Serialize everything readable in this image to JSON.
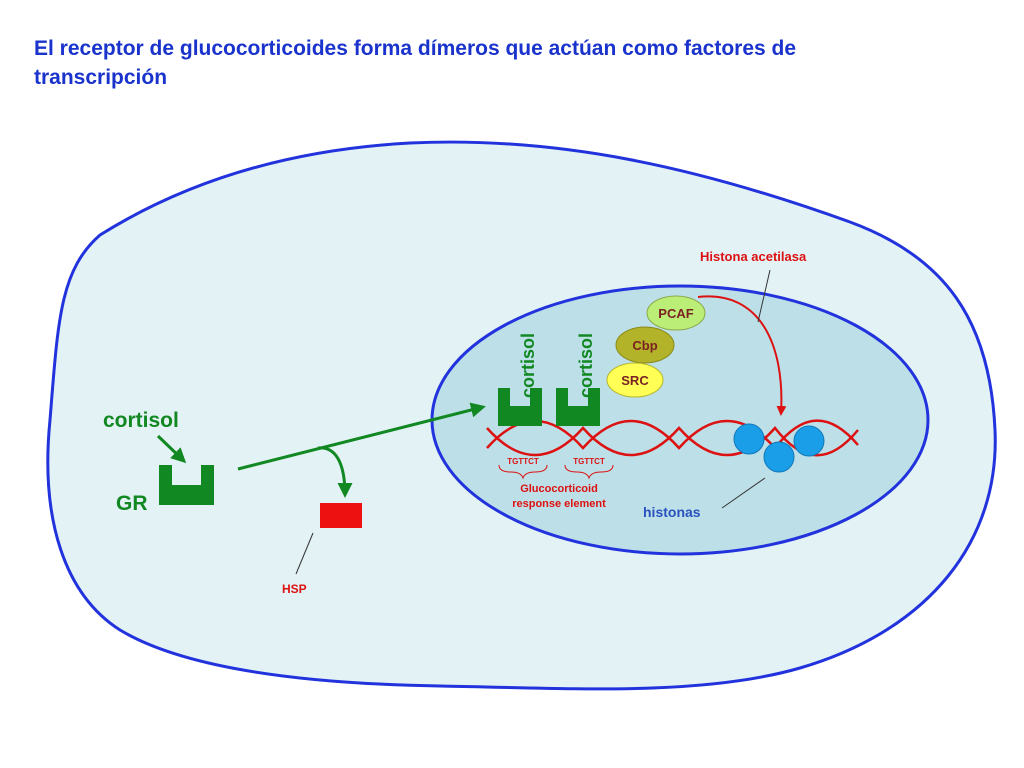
{
  "title": "El receptor de glucocorticoides forma dímeros que actúan como factores de transcripción",
  "labels": {
    "cortisol_outer": "cortisol",
    "gr": "GR",
    "hsp": "HSP",
    "cortisol_bound_1": "cortisol",
    "cortisol_bound_2": "cortisol",
    "src": "SRC",
    "cbp": "Cbp",
    "pcaf": "PCAF",
    "histona_acetilasa": "Histona acetilasa",
    "tgttct_1": "TGTTCT",
    "tgttct_2": "TGTTCT",
    "gre_line1": "Glucocorticoid",
    "gre_line2": "response element",
    "histonas": "histonas"
  },
  "colors": {
    "cell_membrane": "#2233dd",
    "cytoplasm": "#e2f2f5",
    "nucleus_fill": "#bde0e8",
    "receptor": "#118822",
    "hsp": "#ee1111",
    "dna": "#dd1111",
    "label_red": "#dd1111",
    "label_blue": "#2a52be",
    "src": "#ffff55",
    "cbp": "#b3b32a",
    "pcaf": "#bbee77",
    "histone": "#1a9ee8"
  }
}
